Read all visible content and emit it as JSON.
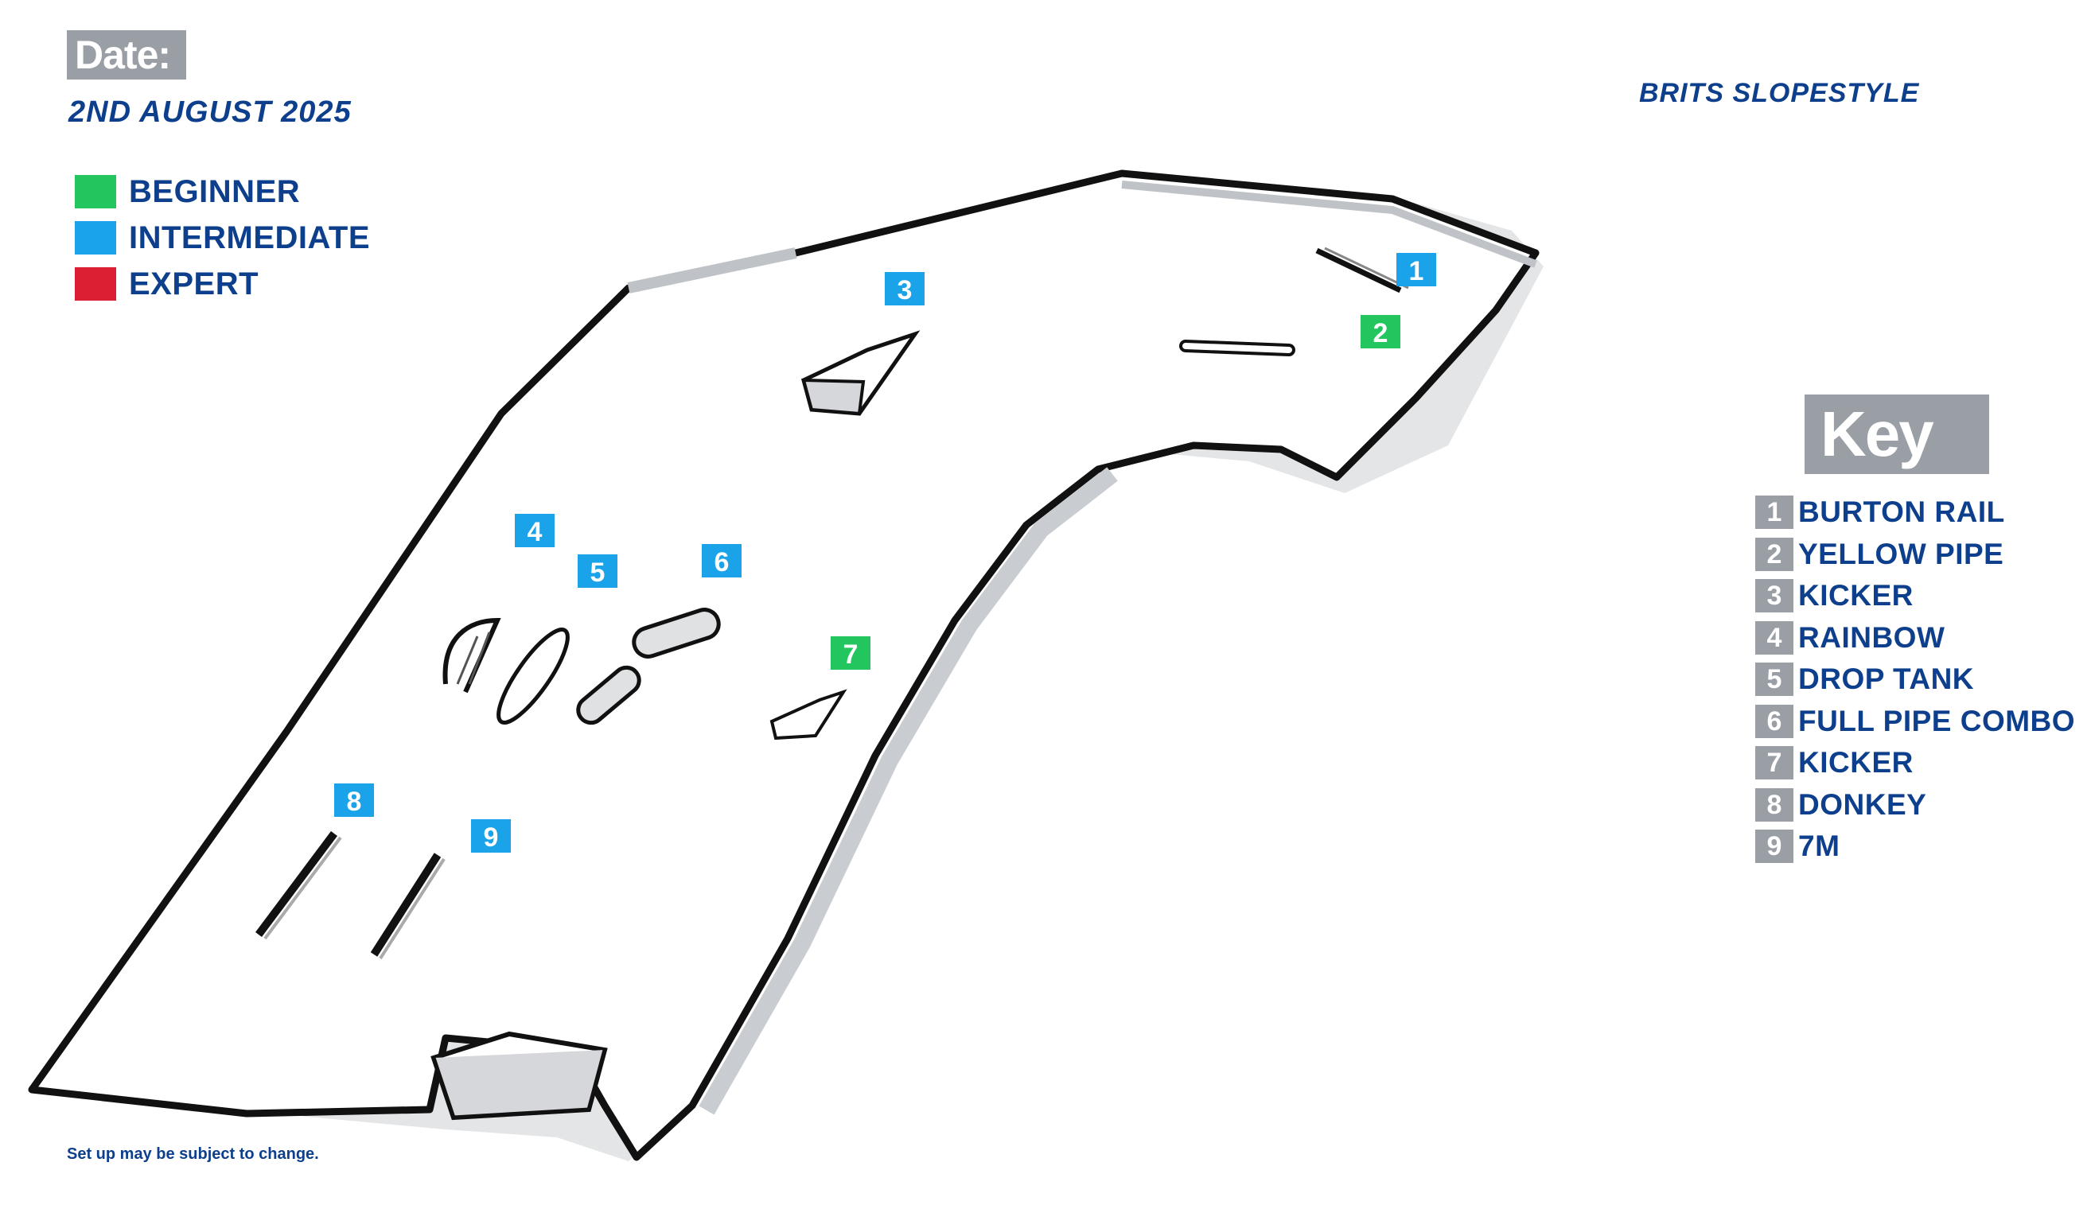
{
  "header": {
    "date_label": "Date:",
    "event_date": "2ND AUGUST 2025",
    "event_title": "BRITS SLOPESTYLE"
  },
  "legend": {
    "items": [
      {
        "label": "BEGINNER",
        "color": "#22c55e"
      },
      {
        "label": "INTERMEDIATE",
        "color": "#1aa3e8"
      },
      {
        "label": "EXPERT",
        "color": "#dc1f33"
      }
    ]
  },
  "key": {
    "title": "Key",
    "items": [
      {
        "number": "1",
        "label": "BURTON RAIL"
      },
      {
        "number": "2",
        "label": "YELLOW PIPE"
      },
      {
        "number": "3",
        "label": "KICKER"
      },
      {
        "number": "4",
        "label": "RAINBOW"
      },
      {
        "number": "5",
        "label": "DROP TANK"
      },
      {
        "number": "6",
        "label": "FULL PIPE COMBO"
      },
      {
        "number": "7",
        "label": "KICKER"
      },
      {
        "number": "8",
        "label": "DONKEY"
      },
      {
        "number": "9",
        "label": "7M"
      }
    ]
  },
  "map_markers": {
    "m1": "1",
    "m2": "2",
    "m3": "3",
    "m4": "4",
    "m5": "5",
    "m6": "6",
    "m7": "7",
    "m8": "8",
    "m9": "9"
  },
  "colors": {
    "navy": "#0d3f8c",
    "badge_gray": "#9a9fa6",
    "beginner": "#22c55e",
    "intermediate": "#1aa3e8",
    "expert": "#dc1f33"
  },
  "footer": {
    "disclaimer": "Set up may be subject to change."
  }
}
